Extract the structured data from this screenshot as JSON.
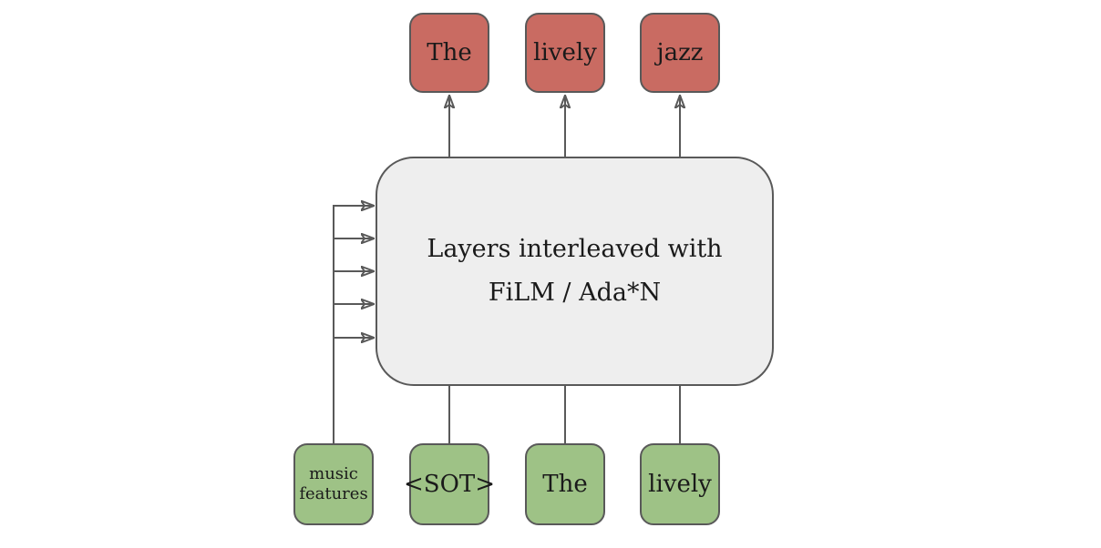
{
  "diagram": {
    "kind": "block-diagram",
    "colors": {
      "output_box_fill": "#c96b62",
      "input_box_fill": "#9ec286",
      "processor_fill": "#eeeeee",
      "stroke": "#595959",
      "text": "#1a1a1a",
      "background": "#ffffff"
    },
    "processor": {
      "label_line1": "Layers interleaved with",
      "label_line2": "FiLM / Ada*N"
    },
    "outputs": [
      {
        "label": "The"
      },
      {
        "label": "lively"
      },
      {
        "label": "jazz"
      }
    ],
    "inputs": [
      {
        "label": "music features"
      },
      {
        "label": "<SOT>"
      },
      {
        "label": "The"
      },
      {
        "label": "lively"
      }
    ]
  }
}
